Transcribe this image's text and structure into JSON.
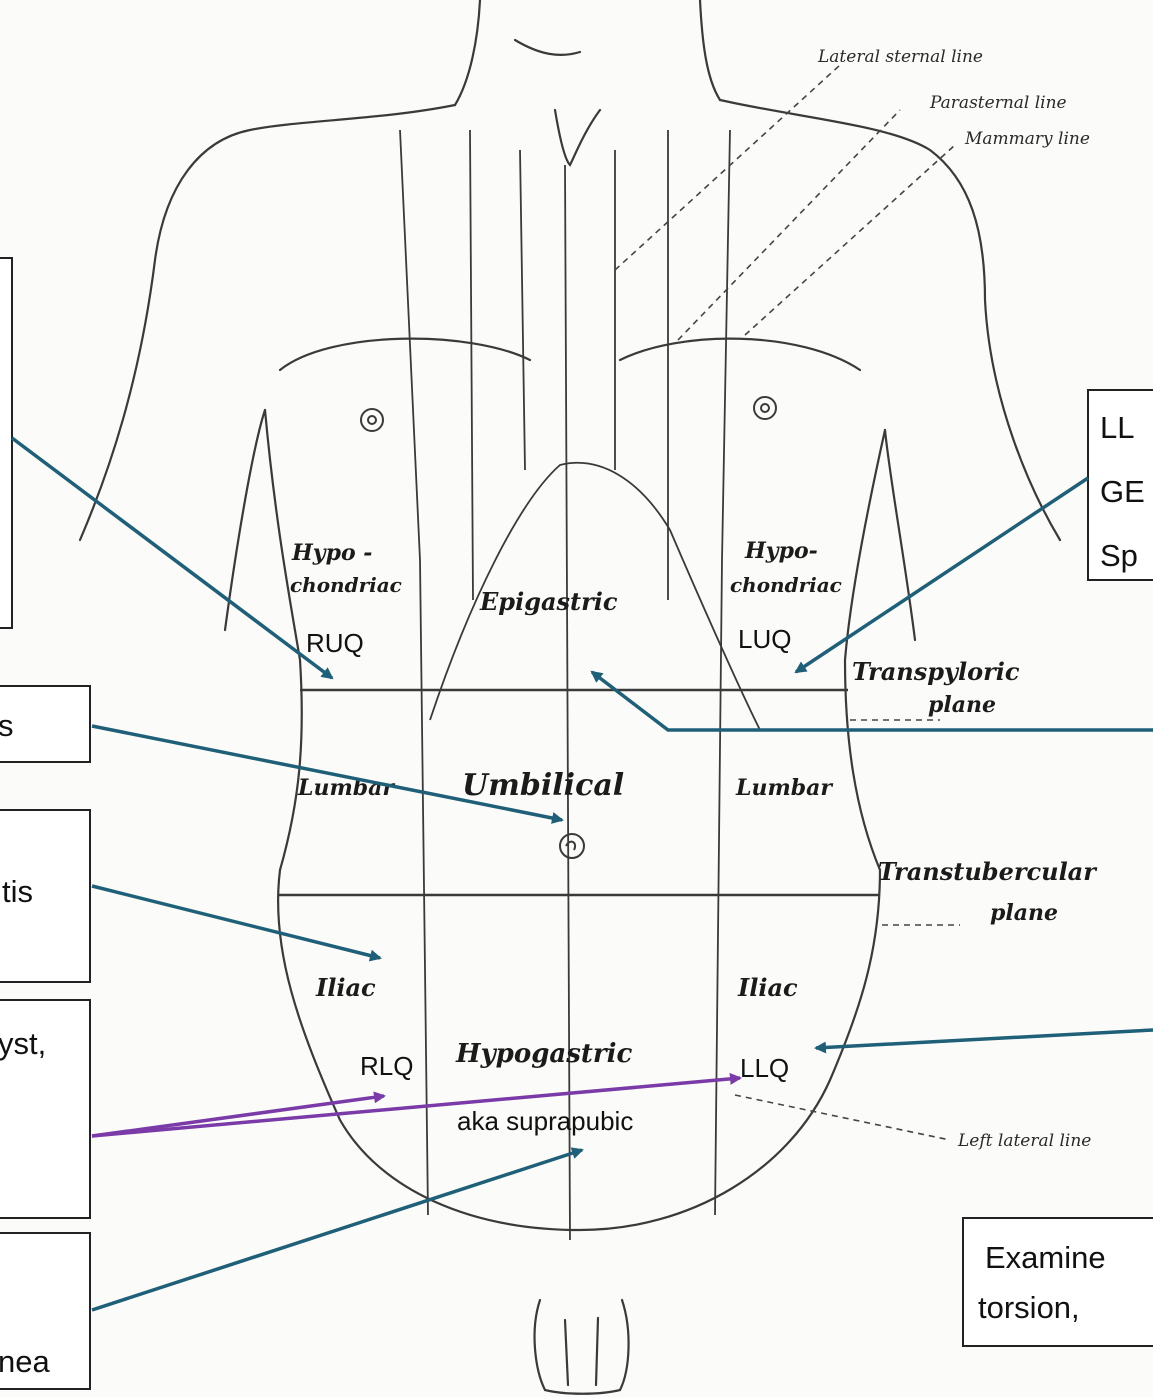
{
  "diagram": {
    "regions": {
      "hypochondriac_right": [
        "Hypo -",
        "chondriac"
      ],
      "hypochondriac_left": [
        "Hypo-",
        "chondriac"
      ],
      "epigastric": "Epigastric",
      "lumbar_right": "Lumbar",
      "umbilical": "Umbilical",
      "lumbar_left": "Lumbar",
      "iliac_right": "Iliac",
      "hypogastric": "Hypogastric",
      "iliac_left": "Iliac"
    },
    "quadrants": {
      "ruq": "RUQ",
      "luq": "LUQ",
      "rlq": "RLQ",
      "llq": "LLQ",
      "suprapubic": "aka suprapubic"
    },
    "reference_lines": {
      "lateral_sternal": "Lateral sternal line",
      "parasternal": "Parasternal line",
      "mammary": "Mammary line",
      "left_lateral": "Left lateral line"
    },
    "planes": {
      "transpyloric": [
        "Transpyloric",
        "plane"
      ],
      "transtubercular": [
        "Transtubercular",
        "plane"
      ]
    },
    "callouts": {
      "luq_box": [
        "LL",
        "GE",
        "Sp"
      ],
      "umbilical_box": "s",
      "rlq_box": "tis",
      "pelvic_box": "yst,",
      "suprapubic_box": "nea",
      "exam_box": [
        "Examine",
        "torsion,"
      ]
    },
    "colors": {
      "arrow_teal": "#1f5f78",
      "arrow_purple": "#7a3aa8",
      "sketch": "#3a3a3a"
    }
  }
}
